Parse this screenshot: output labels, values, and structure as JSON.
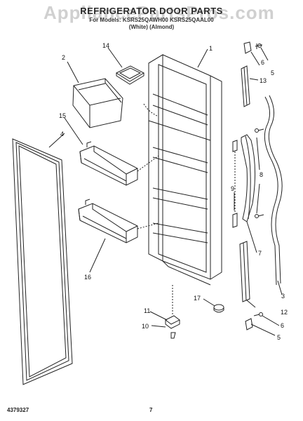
{
  "header": {
    "title": "REFRIGERATOR DOOR PARTS",
    "models": "For Models: KSRS25QAWH00   KSRS25QAAL00",
    "colors": "(White)          (Almond)"
  },
  "watermark": "AppliancePartsPros.com",
  "footer": {
    "doc_number": "4379327",
    "page": "7"
  },
  "callouts": {
    "c1": "1",
    "c2": "2",
    "c3": "3",
    "c4": "4",
    "c5": "5",
    "c5b": "5",
    "c6": "6",
    "c6b": "6",
    "c7": "7",
    "c8": "8",
    "c9": "9",
    "c10": "10",
    "c11": "11",
    "c12": "12",
    "c13": "13",
    "c14": "14",
    "c15": "15",
    "c16": "16",
    "c17": "17"
  }
}
